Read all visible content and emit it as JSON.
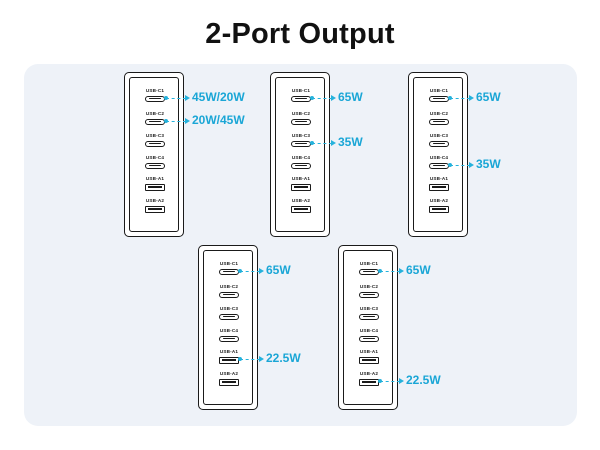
{
  "title": "2-Port Output",
  "colors": {
    "accent": "#1aa6d6",
    "panel": "#eef2f8",
    "outline": "#1a1a1a"
  },
  "chargers": [
    {
      "ports": [
        "USB-C1",
        "USB-C2",
        "USB-C3",
        "USB-C4",
        "USB-A1",
        "USB-A2"
      ],
      "outputs": [
        {
          "port": 0,
          "label": "45W/20W"
        },
        {
          "port": 1,
          "label": "20W/45W"
        }
      ]
    },
    {
      "ports": [
        "USB-C1",
        "USB-C2",
        "USB-C3",
        "USB-C4",
        "USB-A1",
        "USB-A2"
      ],
      "outputs": [
        {
          "port": 0,
          "label": "65W"
        },
        {
          "port": 2,
          "label": "35W"
        }
      ]
    },
    {
      "ports": [
        "USB-C1",
        "USB-C2",
        "USB-C3",
        "USB-C4",
        "USB-A1",
        "USB-A2"
      ],
      "outputs": [
        {
          "port": 0,
          "label": "65W"
        },
        {
          "port": 3,
          "label": "35W"
        }
      ]
    },
    {
      "ports": [
        "USB-C1",
        "USB-C2",
        "USB-C3",
        "USB-C4",
        "USB-A1",
        "USB-A2"
      ],
      "outputs": [
        {
          "port": 0,
          "label": "65W"
        },
        {
          "port": 4,
          "label": "22.5W"
        }
      ]
    },
    {
      "ports": [
        "USB-C1",
        "USB-C2",
        "USB-C3",
        "USB-C4",
        "USB-A1",
        "USB-A2"
      ],
      "outputs": [
        {
          "port": 0,
          "label": "65W"
        },
        {
          "port": 5,
          "label": "22.5W"
        }
      ]
    }
  ]
}
